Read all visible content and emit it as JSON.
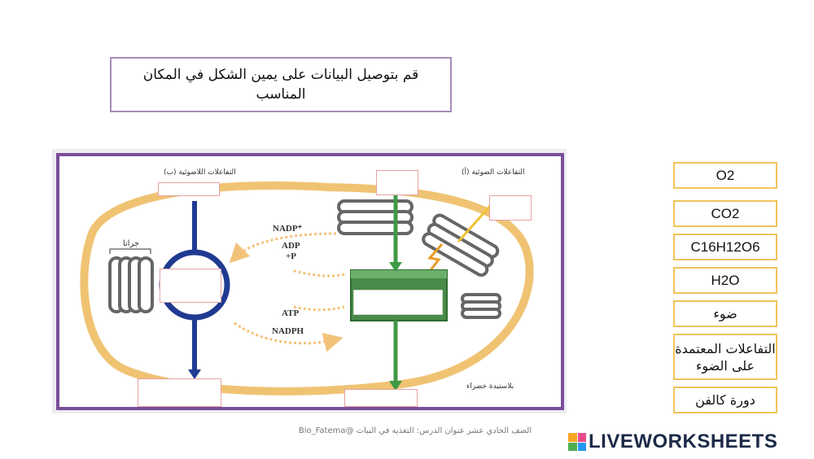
{
  "instruction": "قم بتوصيل البيانات على يمين الشكل في المكان المناسب",
  "diagram": {
    "label_dark_reactions": "(ب) التفاعلات اللاضوئية",
    "label_light_reactions": "(أ) التفاعلات الضوئية",
    "label_grana": "جرانا",
    "label_nadp": "NADP⁺",
    "label_adp": "ADP",
    "label_p": "+P",
    "label_atp": "ATP",
    "label_nadph": "NADPH",
    "label_chloroplast": "بلاستيدة خضراء"
  },
  "answer_chips": [
    {
      "text": "O2"
    },
    {
      "text": "CO2"
    },
    {
      "text": "C16H12O6"
    },
    {
      "text": "H2O"
    },
    {
      "text": "ضوء"
    },
    {
      "text": "التفاعلات المعتمدة على الضوء"
    },
    {
      "text": "دورة كالفن"
    }
  ],
  "footer": {
    "text": "الصف الحادي عشر عنوان الدرس: التغذية في النبات @Bio_Fatema"
  },
  "brand": {
    "name": "LIVEWORKSHEETS",
    "colors": [
      "#f5a623",
      "#e94b8a",
      "#4caf50",
      "#2196f3"
    ]
  }
}
